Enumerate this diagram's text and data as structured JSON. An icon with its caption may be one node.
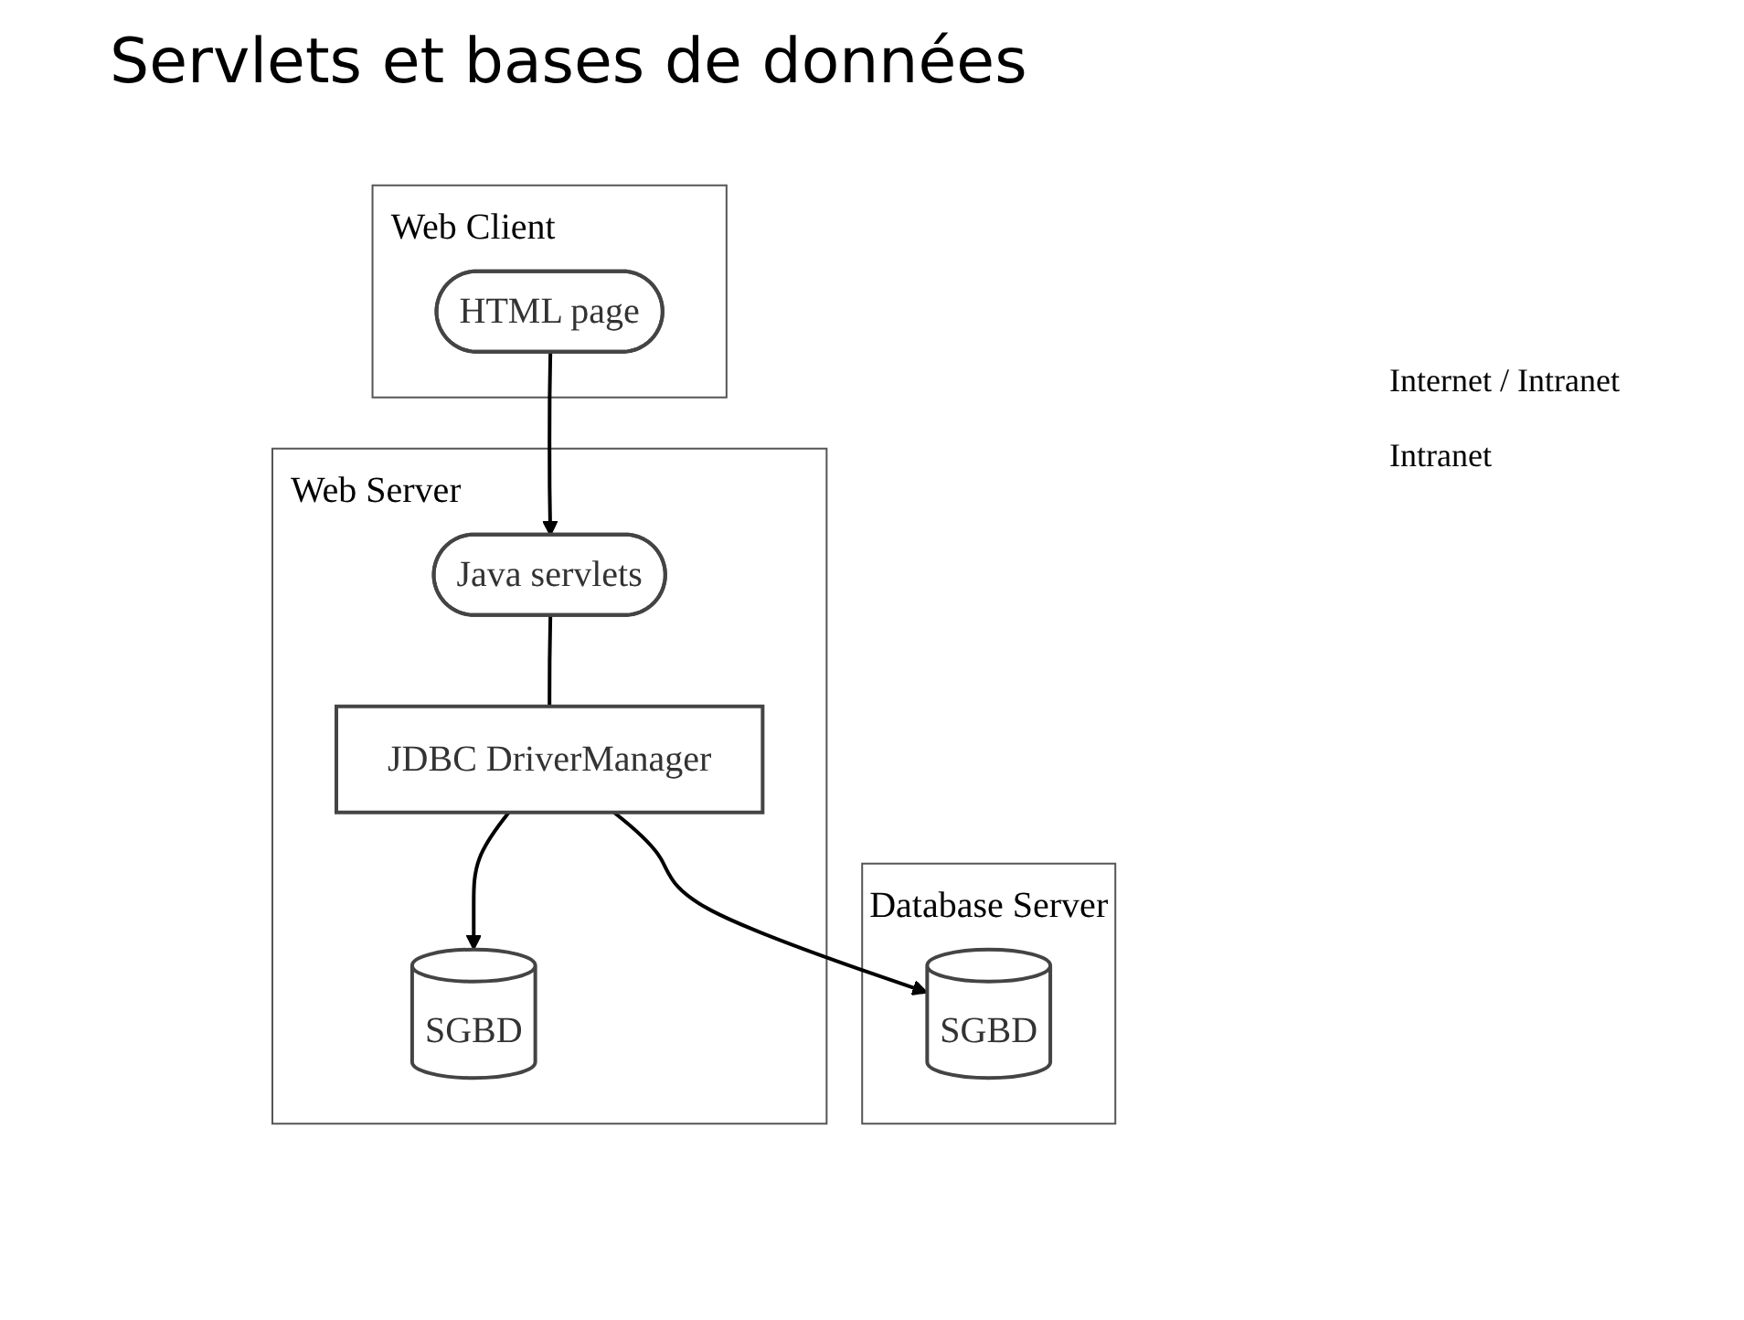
{
  "diagram": {
    "title": "Servlets et bases de données",
    "nodes": [
      {
        "text": [
          "Web Client"
        ]
      },
      {
        "text": [
          "HTML page"
        ],
        "in": 0
      },
      {
        "text": [
          "Web Server"
        ]
      },
      {
        "text": [
          "Java servlets"
        ],
        "in": 2
      },
      {
        "text": [
          "JDBC DriverManager"
        ],
        "in": 2
      },
      {
        "text": [
          "SGBD"
        ],
        "in": 2
      },
      {
        "text": [
          "Database Server"
        ]
      },
      {
        "text": [
          "SGBD"
        ],
        "in": 6
      }
    ],
    "edges": [
      {
        "from": 1,
        "to": 3,
        "arrow": "to"
      },
      {
        "from": 3,
        "to": 4,
        "arrow": "none"
      },
      {
        "from": 4,
        "to": 5,
        "arrow": "to"
      },
      {
        "from": 4,
        "to": 7,
        "arrow": "to"
      }
    ],
    "labels": [
      "Internet / Intranet",
      "Intranet"
    ]
  }
}
